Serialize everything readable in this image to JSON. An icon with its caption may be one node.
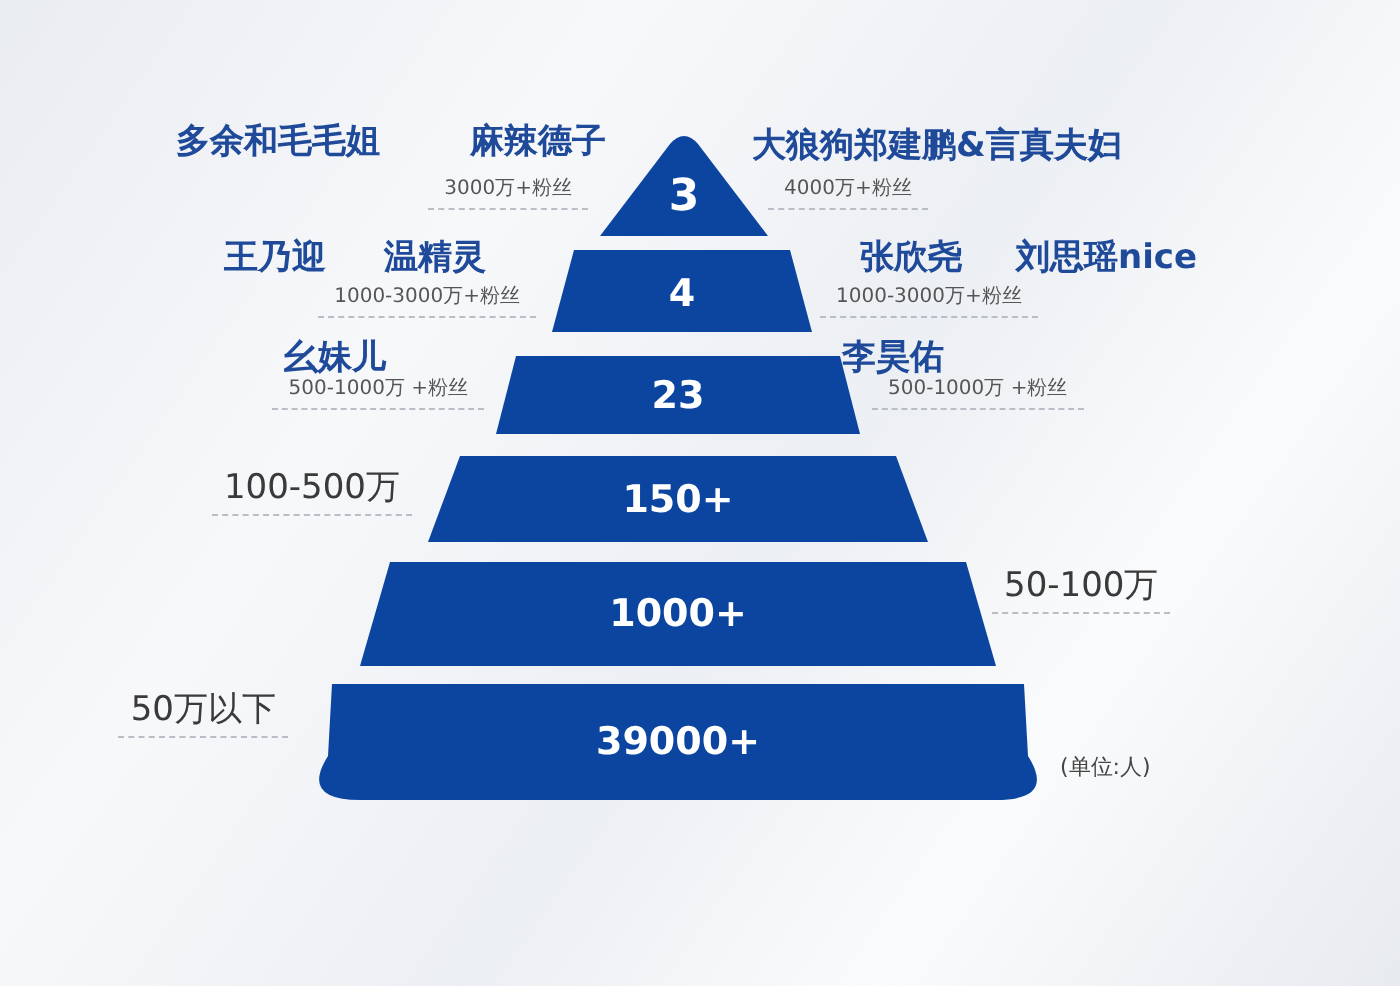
{
  "diagram": {
    "nodes": [
      {
        "text": [
          "3"
        ],
        "beside": [
          "多余和毛毛姐",
          "麻辣德子",
          "大狼狗郑建鹏&言真夫妇",
          "3000万+粉丝",
          "4000万+粉丝"
        ]
      },
      {
        "text": [
          "4"
        ],
        "beside": [
          "王乃迎",
          "温精灵",
          "张欣尧",
          "刘思瑶nice",
          "1000-3000万+粉丝",
          "1000-3000万+粉丝"
        ]
      },
      {
        "text": [
          "23"
        ],
        "beside": [
          "幺妹儿",
          "李昊佑",
          "500-1000万 +粉丝",
          "500-1000万 +粉丝"
        ]
      },
      {
        "text": [
          "150+"
        ],
        "beside": [
          "100-500万"
        ]
      },
      {
        "text": [
          "1000+"
        ],
        "beside": [
          "50-100万"
        ]
      },
      {
        "text": [
          "39000+"
        ],
        "beside": [
          "50万以下"
        ]
      }
    ],
    "labels": [
      "(单位:人)"
    ]
  }
}
